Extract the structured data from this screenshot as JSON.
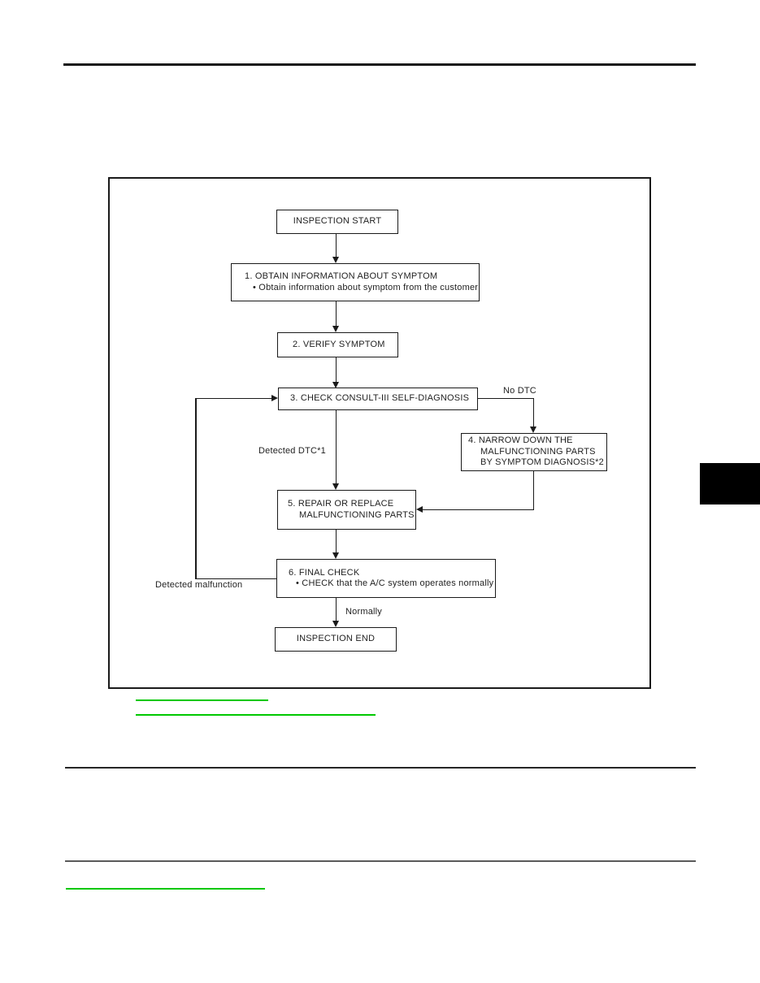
{
  "colors": {
    "link_green": "#00c800",
    "ink": "#1a1a1a",
    "section_tab": "#000000"
  },
  "flowchart": {
    "start_label": "INSPECTION START",
    "end_label": "INSPECTION END",
    "step1": {
      "title": "1. OBTAIN INFORMATION ABOUT SYMPTOM",
      "bullet": "• Obtain information about symptom from the customer"
    },
    "step2": {
      "title": "2. VERIFY SYMPTOM"
    },
    "step3": {
      "title": "3. CHECK CONSULT-III SELF-DIAGNOSIS"
    },
    "step4": {
      "title": "4. NARROW DOWN THE",
      "line2": "MALFUNCTIONING PARTS",
      "line3": "BY SYMPTOM DIAGNOSIS*2"
    },
    "step5": {
      "title": "5. REPAIR OR REPLACE",
      "line2": "MALFUNCTIONING PARTS"
    },
    "step6": {
      "title": "6. FINAL CHECK",
      "bullet": "• CHECK that the A/C system operates normally"
    },
    "labels": {
      "no_dtc": "No DTC",
      "detected_dtc": "Detected DTC*1",
      "detected_malfunction": "Detected malfunction",
      "normally": "Normally"
    }
  }
}
